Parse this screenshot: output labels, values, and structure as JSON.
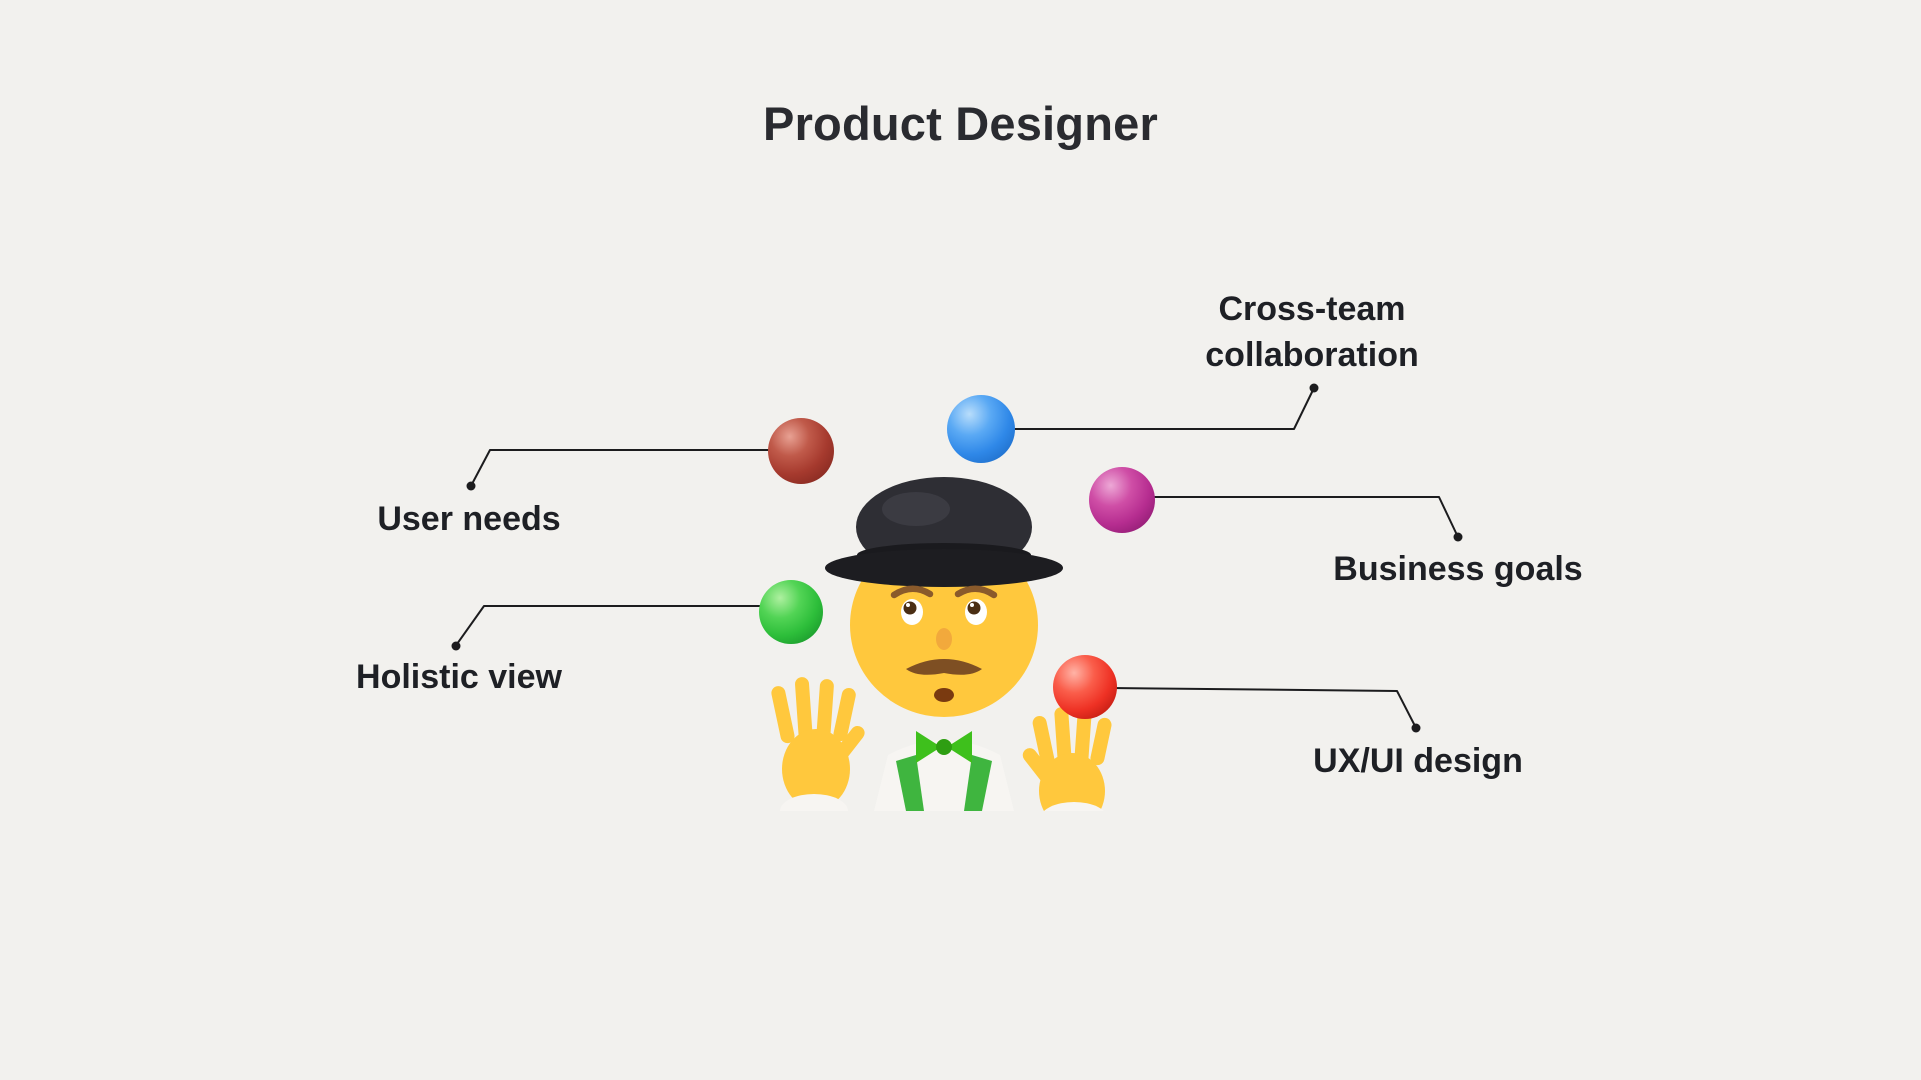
{
  "title": "Product Designer",
  "juggler": {
    "name": "man-juggling-emoji"
  },
  "callouts": {
    "user_needs": {
      "label": "User needs",
      "ball_color": "#A63A2E"
    },
    "cross_team": {
      "label": "Cross-team collaboration",
      "ball_color": "#2F88E8"
    },
    "business_goals": {
      "label": "Business goals",
      "ball_color": "#B62D90"
    },
    "holistic_view": {
      "label": "Holistic view",
      "ball_color": "#2DBE3A"
    },
    "ux_ui_design": {
      "label": "UX/UI design",
      "ball_color": "#EE3124"
    }
  },
  "colors": {
    "background": "#F2F1EE",
    "title_text": "#2A2B30",
    "label_text": "#1E2025",
    "connector_line": "#1C1C1E"
  }
}
